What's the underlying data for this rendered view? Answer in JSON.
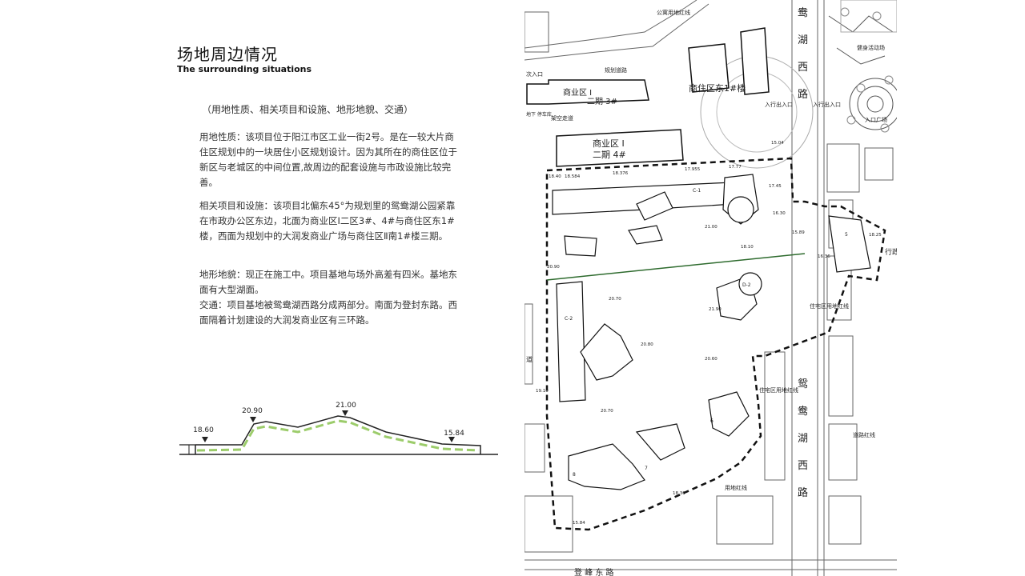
{
  "header": {
    "title_cn": "场地周边情况",
    "title_en": "The surrounding situations"
  },
  "content": {
    "subtitle": "（用地性质、相关项目和设施、地形地貌、交通）",
    "para_land_use": "用地性质：该项目位于阳江市区工业一街2号。是在一较大片商住区规划中的一块居住小区规划设计。因为其所在的商住区位于新区与老城区的中间位置,故周边的配套设施与市政设施比较完善。",
    "para_related": "相关项目和设施：该项目北偏东45°为规划里的鸳鸯湖公园紧靠在市政办公区东边，北面为商业区Ⅰ二区3#、4#与商住区东1#楼，西面为规划中的大润发商业广场与商住区Ⅱ南1#楼三期。",
    "para_terrain": "地形地貌：现正在施工中。项目基地与场外高差有四米。基地东面有大型湖面。",
    "para_traffic": "交通：项目基地被鸳鸯湖西路分成两部分。南面为登封东路。西面隔着计划建设的大润发商业区有三环路。"
  },
  "profile": {
    "elevations": [
      "18.60",
      "20.90",
      "21.00",
      "15.84"
    ]
  },
  "site_plan": {
    "colors": {
      "boundary": "#111111",
      "green_line": "#2e6b2e",
      "profile_green": "#9ccc6b",
      "lines": "#555555"
    },
    "labels": {
      "road_north_chars": [
        "鸯",
        "湖",
        "西",
        "路"
      ],
      "road_south_chars": [
        "鸳",
        "鸯",
        "湖",
        "西",
        "路"
      ],
      "road_bottom": "登 峰 东 路",
      "commercial_a_1": "商业区 I",
      "commercial_a_2": "二期 3#",
      "commercial_b_1": "商业区 I",
      "commercial_b_2": "二期 4#",
      "residential_east": "商住区东1#楼",
      "planned_road": "规划道路",
      "secondary_entrance": "次入口",
      "entrance_1": "入行出入口",
      "entrance_2": "入行出入口",
      "entrance_plaza": "入口广场",
      "fitness": "健身活动场",
      "public_redline": "公寓用地红线",
      "res_redline_1": "住宅区用地红线",
      "res_redline_2": "住宅区用地红线",
      "road_redline": "道路红线",
      "land_redline": "用地红线",
      "overpass": "架空走道",
      "parking_under": "地下 停车库",
      "far_right": "行政",
      "left_edge": "道"
    },
    "spot_heights": [
      "18.584",
      "18.376",
      "17.955",
      "17.77",
      "17.45",
      "16.30",
      "15.89",
      "15.04",
      "18.40",
      "20.90",
      "20.70",
      "21.00",
      "21.90",
      "20.80",
      "20.60",
      "20.70",
      "18.25",
      "16.36",
      "18.10",
      "19.10",
      "18.30",
      "15.84"
    ],
    "buildings": [
      "C-1",
      "C-2",
      "D-2",
      "5",
      "6",
      "7",
      "8"
    ]
  }
}
